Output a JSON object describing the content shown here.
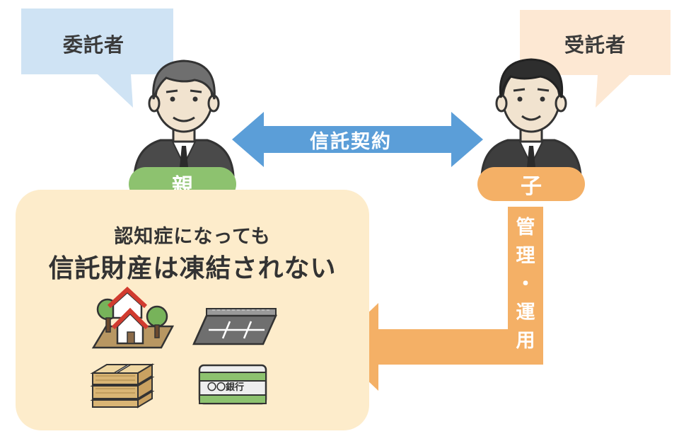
{
  "entruster": {
    "role_label": "委託者",
    "person_label": "親"
  },
  "trustee": {
    "role_label": "受託者",
    "person_label": "子"
  },
  "contract_label": "信託契約",
  "management_label_chars": [
    "管",
    "理",
    "・",
    "運",
    "用"
  ],
  "panel": {
    "line1": "認知症になっても",
    "line2": "信託財産は凍結されない"
  },
  "assets": {
    "house": "house-icon",
    "parking": "parking-lot-icon",
    "cash": "cash-bundle-icon",
    "bankbook": {
      "icon": "bankbook-icon",
      "label": "〇〇銀行"
    }
  },
  "colors": {
    "left_bubble": "#cfe3f4",
    "right_bubble": "#fde8d3",
    "contract_arrow": "#5b9ed8",
    "management_arrow": "#f4b066",
    "parent_pill": "#8dc26f",
    "child_pill": "#f4b066",
    "panel_bg": "#fdeccb"
  }
}
